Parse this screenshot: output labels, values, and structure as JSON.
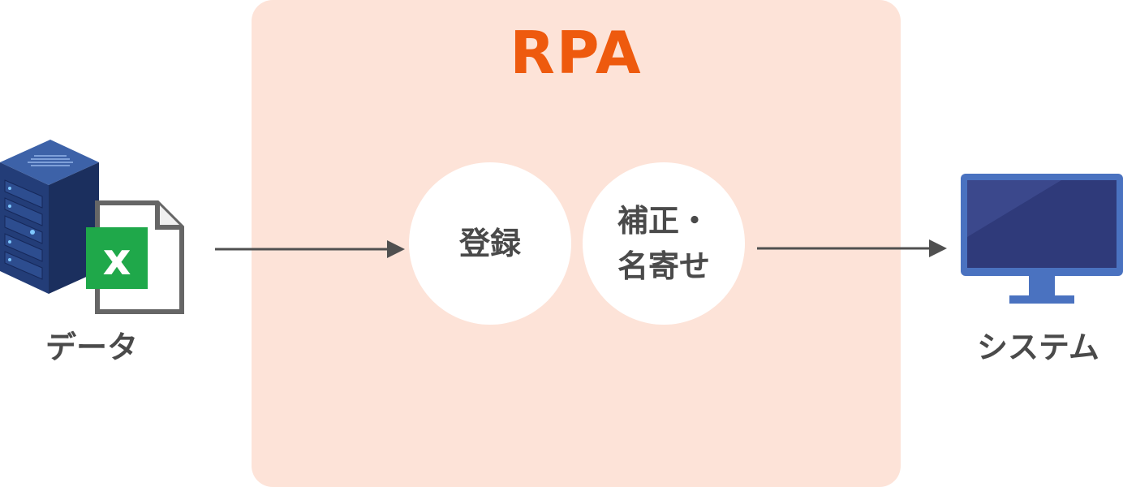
{
  "colors": {
    "accent": "#ee5a0e",
    "panel": "#fde3d8",
    "text": "#4a4a4a",
    "arrow": "#505050",
    "server": "#24407a",
    "excel": "#1fa84a",
    "monitor": "#2f3a7a"
  },
  "rpa": {
    "title": "RPA"
  },
  "steps": [
    {
      "label": "登録"
    },
    {
      "label": "補正・\n名寄せ"
    }
  ],
  "source": {
    "label": "データ",
    "icons": [
      "server-icon",
      "excel-file-icon"
    ]
  },
  "target": {
    "label": "システム",
    "icons": [
      "monitor-icon"
    ]
  }
}
